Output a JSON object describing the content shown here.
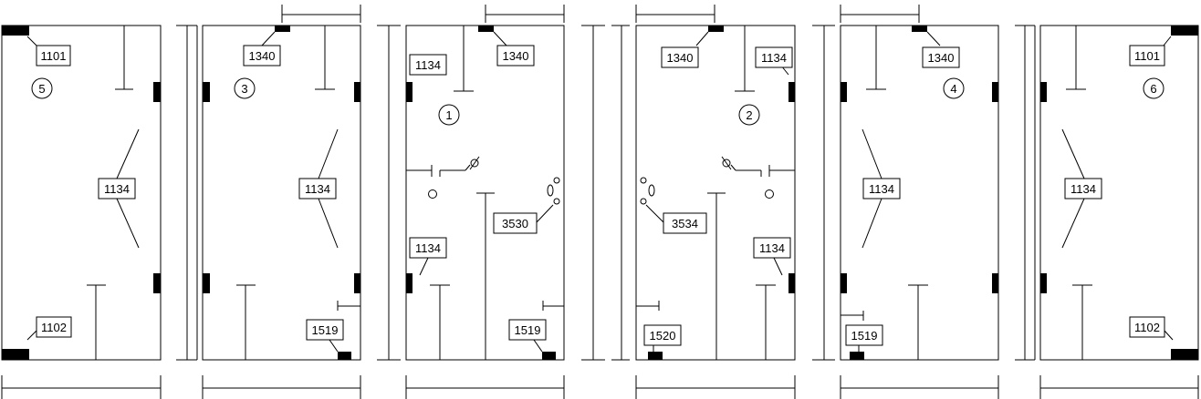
{
  "panels": [
    {
      "id": "panel-5",
      "number": "5",
      "labels": [
        "1101",
        "1134",
        "1102"
      ]
    },
    {
      "id": "panel-3",
      "number": "3",
      "labels": [
        "1340",
        "1134",
        "1519"
      ]
    },
    {
      "id": "panel-1",
      "number": "1",
      "labels": [
        "1134",
        "1340",
        "3530",
        "1134",
        "1519"
      ]
    },
    {
      "id": "panel-2",
      "number": "2",
      "labels": [
        "1340",
        "1134",
        "3534",
        "1134",
        "1520"
      ]
    },
    {
      "id": "panel-4",
      "number": "4",
      "labels": [
        "1340",
        "1134",
        "1519"
      ]
    },
    {
      "id": "panel-6",
      "number": "6",
      "labels": [
        "1101",
        "1134",
        "1102"
      ]
    }
  ],
  "symbols": {
    "diameter": "⌀"
  }
}
